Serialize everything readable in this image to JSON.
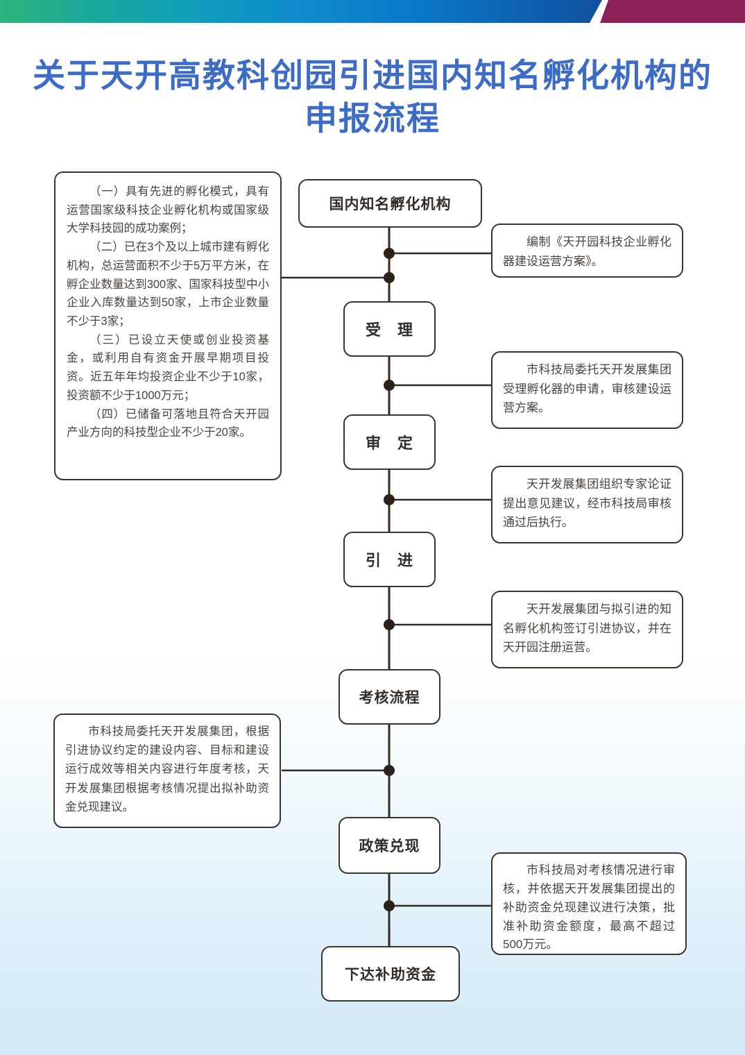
{
  "header": {
    "title_line1": "关于天开高教科创园引进国内知名孵化机构的",
    "title_line2": "申报流程"
  },
  "colors": {
    "title_blue": "#3d6cc6",
    "bar_green": "#2eb47c",
    "bar_navy": "#16367e",
    "bar_purple": "#8c2158",
    "line_dark": "#342922",
    "page_bottom_blue": "#d2eaf7"
  },
  "flow": {
    "source": "国内知名孵化机构",
    "steps": [
      "受　理",
      "审　定",
      "引　进",
      "考核流程",
      "政策兑现",
      "下达补助资金"
    ]
  },
  "notes": {
    "criteria": [
      "（一）具有先进的孵化模式，具有运营国家级科技企业孵化机构或国家级大学科技园的成功案例；",
      "（二）已在3个及以上城市建有孵化机构，总运营面积不少于5万平方米，在孵企业数量达到300家、国家科技型中小企业入库数量达到50家，上市企业数量不少于3家；",
      "（三）已设立天使或创业投资基金，或利用自有资金开展早期项目投资。近五年年均投资企业不少于10家，投资额不少于1000万元；",
      "（四）已储备可落地且符合天开园产业方向的科技型企业不少于20家。"
    ],
    "plan": "编制《天开园科技企业孵化器建设运营方案》。",
    "accept_detail": "市科技局委托天开发展集团受理孵化器的申请，审核建设运营方案。",
    "review_detail": "天开发展集团组织专家论证提出意见建议，经市科技局审核通过后执行。",
    "introduce_detail": "天开发展集团与拟引进的知名孵化机构签订引进协议，并在天开园注册运营。",
    "assessment_detail": "市科技局委托天开发展集团，根据引进协议约定的建设内容、目标和建设运行成效等相关内容进行年度考核，天开发展集团根据考核情况提出拟补助资金兑现建议。",
    "cash_detail": "市科技局对考核情况进行审核，并依据天开发展集团提出的补助资金兑现建议进行决策，批准补助资金额度，最高不超过500万元。"
  }
}
